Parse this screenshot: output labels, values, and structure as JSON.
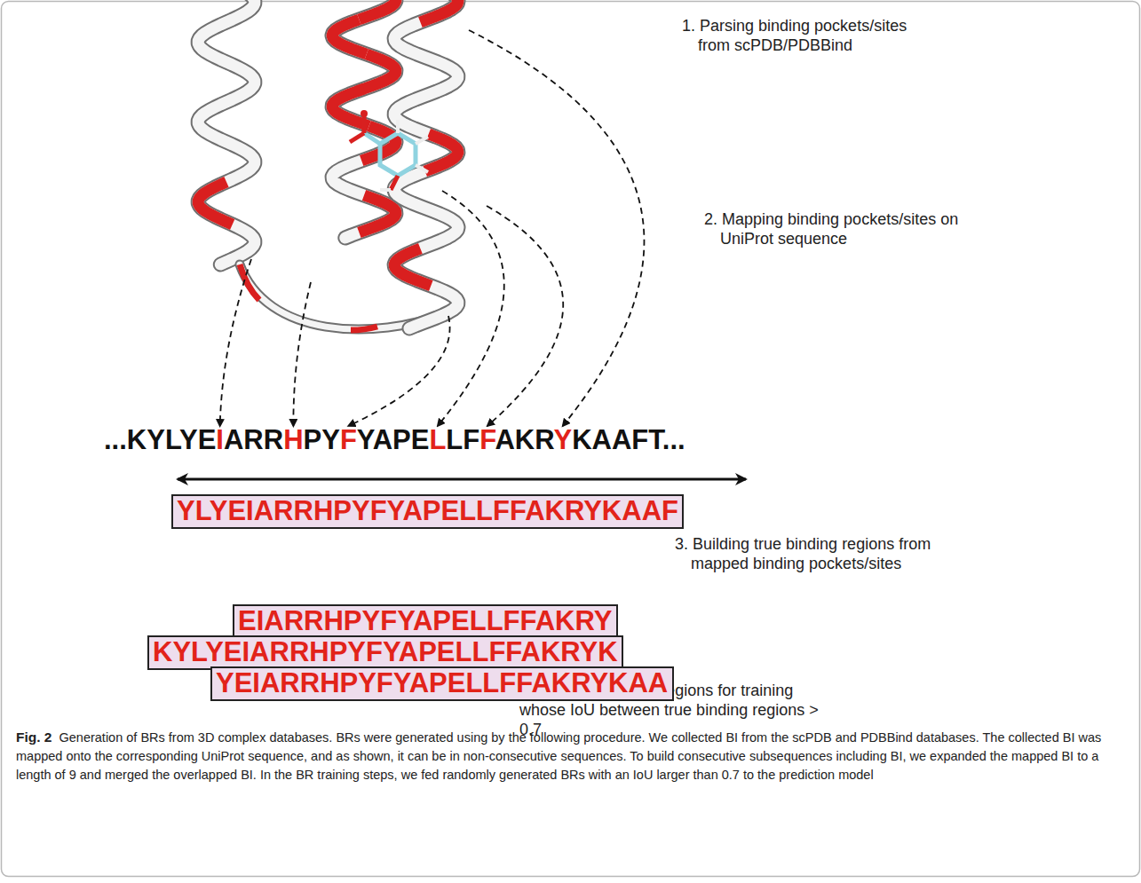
{
  "diagram": {
    "caption": "Generation of BRs from 3D complex databases. BRs were generated using by the following procedure. We collected BI from the scPDB and PDBBind databases. The collected BI was mapped onto the corresponding UniProt sequence, and as shown, it can be in non-consecutive sequences. To build consecutive subsequences including BI, we expanded the mapped BI to a length of 9 and merged the overlapped BI. In the BR training steps, we fed randomly generated BRs with an IoU larger than 0.7 to the prediction model",
    "nodes": [
      {
        "text": [
          "YLYEIARRHPYFYAPELLFFAKRYKAAF"
        ]
      },
      {
        "text": [
          "EIARRHPYFYAPELLFFAKRY"
        ]
      },
      {
        "text": [
          "KYLYEIARRHPYFYAPELLFFAKRYK"
        ]
      },
      {
        "text": [
          "YEIARRHPYFYAPELLFFAKRYKAA"
        ]
      }
    ],
    "edges": [],
    "labels": [
      "1. Parsing binding pockets/sites from scPDB/PDBBind",
      "2. Mapping binding pockets/sites on UniProt sequence",
      "...KYLYE",
      "I",
      "ARR",
      "H",
      "PY",
      "F",
      "YAPE",
      "L",
      "LF",
      "F",
      "AKR",
      "Y",
      "KAAFT...",
      "3. Building true binding regions from mapped binding pockets/sites",
      "4. Generating binding regions for training whose IoU between true binding regions > 0.7",
      "Fig. 2"
    ]
  }
}
